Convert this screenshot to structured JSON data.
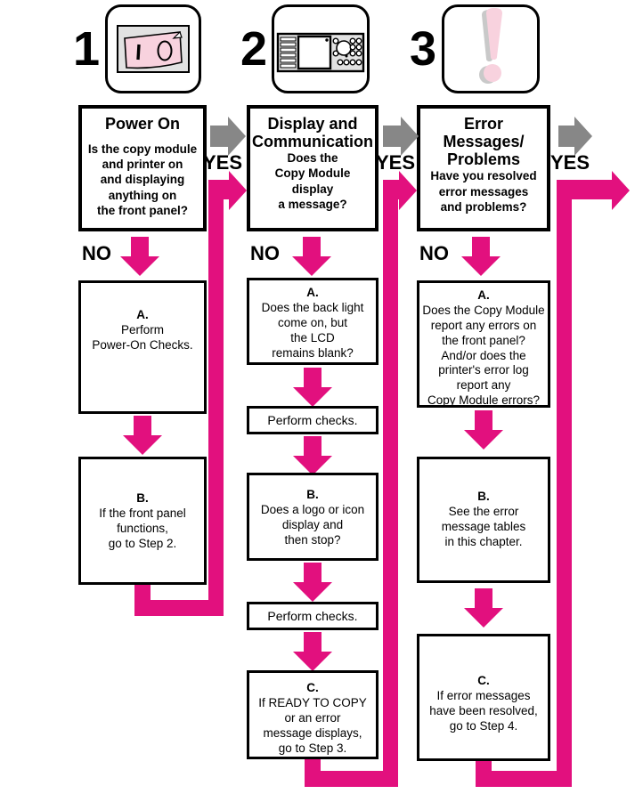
{
  "colors": {
    "magenta": "#E2107E",
    "arrow_gray": "#878787",
    "icon_pink": "#F8D2DE",
    "icon_gray": "#E2E2E2",
    "shadow_gray": "#C9C9C9"
  },
  "steps": [
    {
      "number": "1",
      "icon": "power-switch-icon",
      "title": "Power On",
      "question": "Is the copy module\nand printer on\nand displaying\nanything on\nthe front panel?",
      "yes_label": "YES",
      "no_label": "NO",
      "sub_boxes": [
        {
          "label": "A.",
          "text": "Perform\nPower-On Checks."
        },
        {
          "label": "B.",
          "text": "If the front panel\nfunctions,\ngo to Step 2."
        }
      ]
    },
    {
      "number": "2",
      "icon": "control-panel-icon",
      "title": "Display and\nCommunication",
      "question": "Does the\nCopy Module\ndisplay\na message?",
      "yes_label": "YES",
      "no_label": "NO",
      "sub_boxes": [
        {
          "label": "A.",
          "text": "Does the back light\ncome on, but\nthe LCD\nremains blank?"
        },
        {
          "text": "Perform checks."
        },
        {
          "label": "B.",
          "text": "Does a logo or icon\ndisplay and\nthen stop?"
        },
        {
          "text": "Perform checks."
        },
        {
          "label": "C.",
          "text": "If READY TO COPY\nor an error\nmessage displays,\ngo to Step 3."
        }
      ]
    },
    {
      "number": "3",
      "icon": "exclamation-icon",
      "title": "Error\nMessages/\nProblems",
      "question": "Have you resolved\nerror messages\nand problems?",
      "yes_label": "YES",
      "no_label": "NO",
      "sub_boxes": [
        {
          "label": "A.",
          "text": "Does the Copy Module\nreport any errors on\nthe front panel?\nAnd/or does the\nprinter's error log\nreport any\nCopy Module errors?"
        },
        {
          "label": "B.",
          "text": "See the error\nmessage tables\nin this chapter."
        },
        {
          "label": "C.",
          "text": "If error messages\nhave been resolved,\ngo to Step 4."
        }
      ]
    }
  ]
}
